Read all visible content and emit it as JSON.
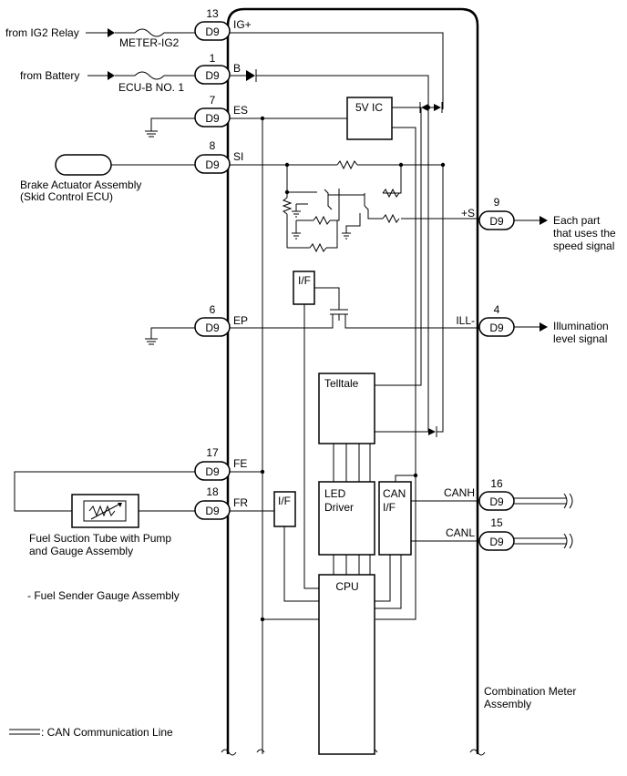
{
  "connector_code": "D9",
  "meter": {
    "label_line1": "Combination Meter",
    "label_line2": "Assembly"
  },
  "pins": {
    "ig": {
      "num": "13",
      "sig": "IG+"
    },
    "b": {
      "num": "1",
      "sig": "B"
    },
    "es": {
      "num": "7",
      "sig": "ES"
    },
    "si": {
      "num": "8",
      "sig": "SI"
    },
    "ep": {
      "num": "6",
      "sig": "EP"
    },
    "fe": {
      "num": "17",
      "sig": "FE"
    },
    "fr": {
      "num": "18",
      "sig": "FR"
    },
    "s": {
      "num": "9",
      "sig": "+S"
    },
    "ill": {
      "num": "4",
      "sig": "ILL-"
    },
    "canh": {
      "num": "16",
      "sig": "CANH"
    },
    "canl": {
      "num": "15",
      "sig": "CANL"
    }
  },
  "sources": {
    "ig2_relay": "from IG2 Relay",
    "battery": "from Battery"
  },
  "fuses": {
    "meter_ig2": "METER-IG2",
    "ecu_b": "ECU-B NO. 1"
  },
  "brake": {
    "line1": "Brake Actuator Assembly",
    "line2": "(Skid Control ECU)"
  },
  "fuel": {
    "line1": "Fuel Suction Tube with Pump",
    "line2": "and Gauge Assembly",
    "note": "- Fuel Sender Gauge Assembly"
  },
  "outputs": {
    "speed_line1": "Each part",
    "speed_line2": "that uses the",
    "speed_line3": "speed signal",
    "ill_line1": "Illumination",
    "ill_line2": "level signal"
  },
  "blocks": {
    "ic5v": "5V IC",
    "if_top": "I/F",
    "telltale": "Telltale",
    "led_line1": "LED",
    "led_line2": "Driver",
    "can_line1": "CAN",
    "can_line2": "I/F",
    "if_fuel": "I/F",
    "cpu": "CPU"
  },
  "legend": {
    "label": ": CAN Communication Line"
  }
}
